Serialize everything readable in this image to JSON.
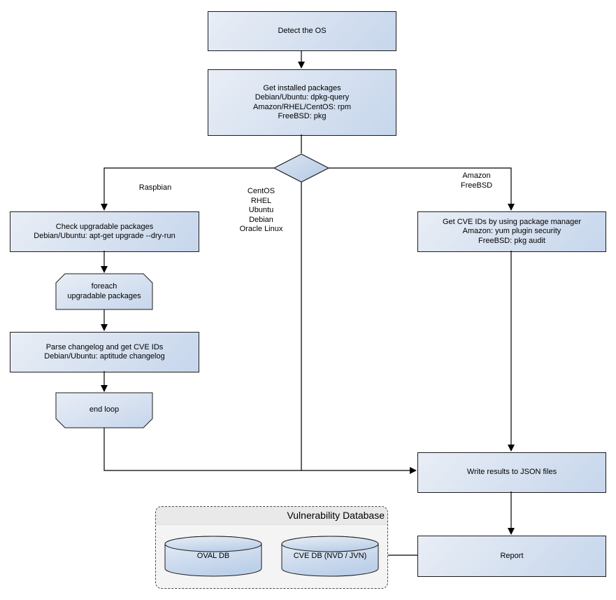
{
  "nodes": {
    "detect_os": {
      "label": "Detect the OS"
    },
    "get_installed_packages": {
      "label": "Get installed packages\nDebian/Ubuntu: dpkg-query\nAmazon/RHEL/CentOS: rpm\nFreeBSD: pkg"
    },
    "check_upgradable_packages": {
      "label": "Check upgradable packages\nDebian/Ubuntu: apt-get upgrade --dry-run"
    },
    "foreach_loop_start": {
      "label": "foreach\nupgradable packages"
    },
    "parse_changelog": {
      "label": "Parse changelog and get CVE IDs\nDebian/Ubuntu: aptitude changelog"
    },
    "end_loop": {
      "label": "end loop"
    },
    "get_cve_ids_pkg_manager": {
      "label": "Get CVE IDs by using package manager\nAmazon: yum plugin security\nFreeBSD: pkg audit"
    },
    "write_results": {
      "label": "Write results to JSON files"
    },
    "report": {
      "label": "Report"
    }
  },
  "edge_labels": {
    "left_branch": "Raspbian",
    "center_branch": "CentOS\nRHEL\nUbuntu\nDebian\nOracle Linux",
    "right_branch": "Amazon\nFreeBSD"
  },
  "vulnerability_database": {
    "title": "Vulnerability Database",
    "cylinders": [
      {
        "label": "OVAL DB"
      },
      {
        "label": "CVE DB (NVD / JVN)"
      }
    ]
  },
  "colors": {
    "node_fill_light": "#e9eef6",
    "node_fill_dark": "#c6d6ec",
    "diamond_fill_light": "#dbe5f2",
    "diamond_fill_dark": "#b5c9e4",
    "node_border": "#1c1c1c",
    "connector": "#000000",
    "container_fill": "#f4f4f4",
    "container_header_fill": "#e9e9e9"
  }
}
